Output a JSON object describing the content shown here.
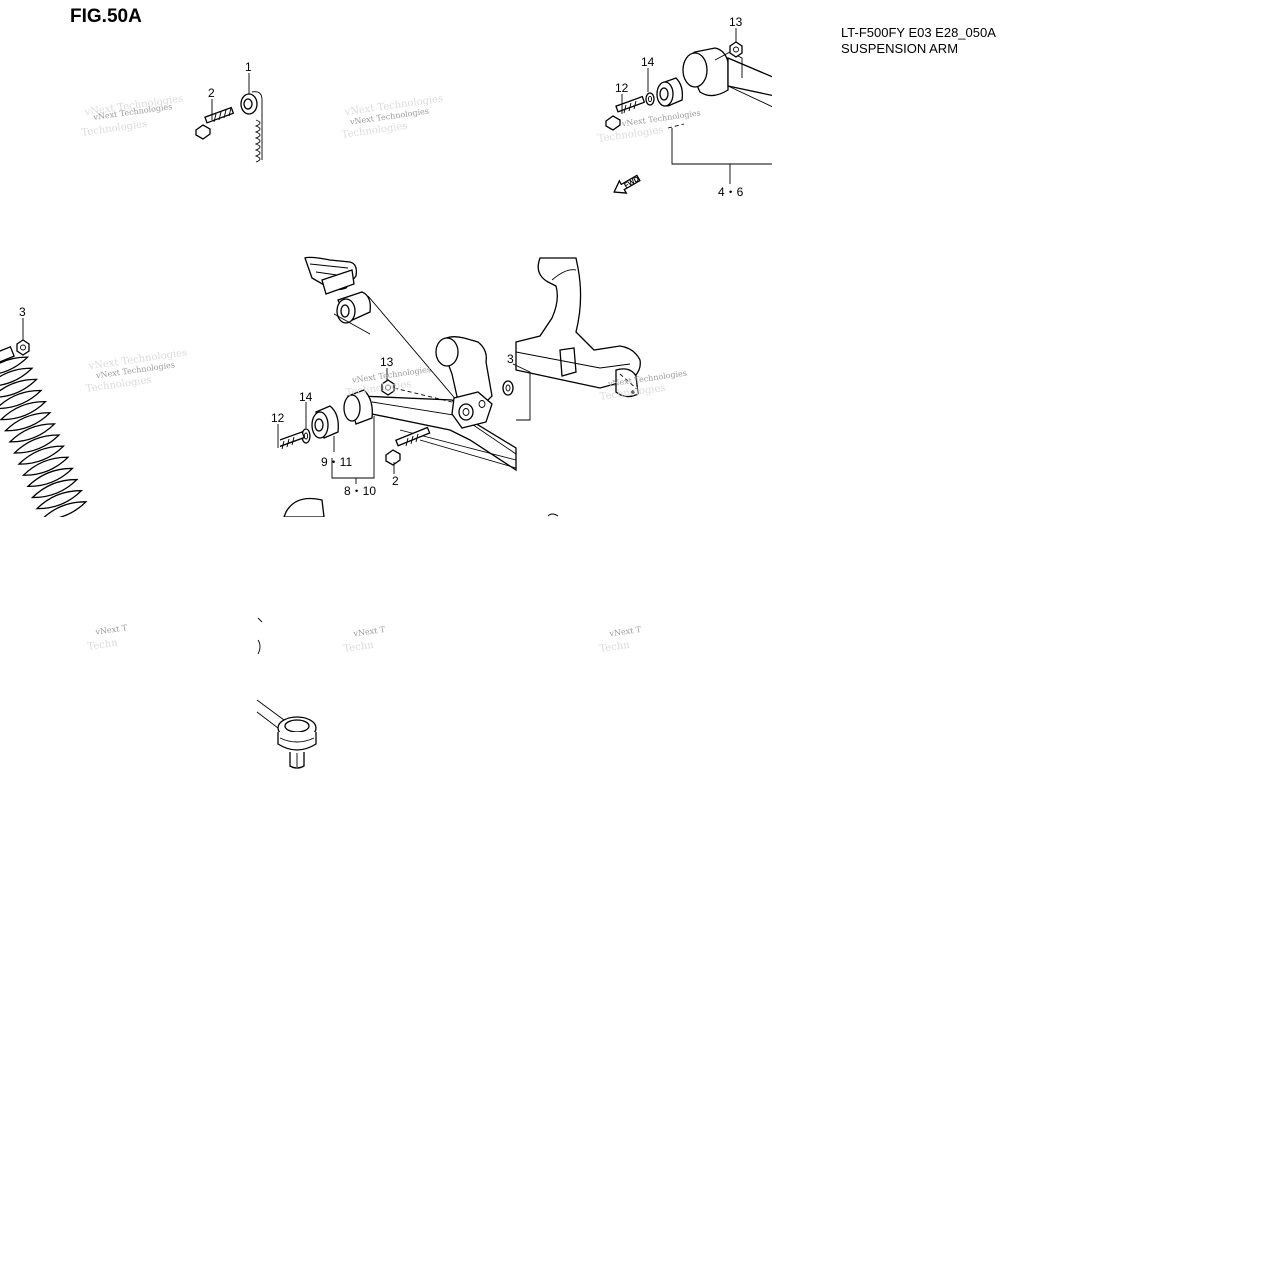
{
  "figure": {
    "number": "FIG.50A",
    "model_code": "LT-F500FY E03 E28_050A",
    "title": "SUSPENSION ARM"
  },
  "callouts": {
    "c1": "1",
    "c2_top": "2",
    "c13_top": "13",
    "c14_top": "14",
    "c12_top": "12",
    "c4_6": "4・6",
    "c3_left": "3",
    "c3_mid": "3",
    "c13_mid": "13",
    "c14_mid": "14",
    "c12_mid": "12",
    "c9_11": "9・11",
    "c8_10": "8・10",
    "c2_mid": "2"
  },
  "watermark": {
    "line1": "vNext Technologies",
    "line2": "Technologies",
    "short1": "vNext T",
    "short2": "Techn"
  },
  "direction_arrow": {
    "label": "FWD"
  },
  "icons": [
    "forward-arrow-icon"
  ]
}
